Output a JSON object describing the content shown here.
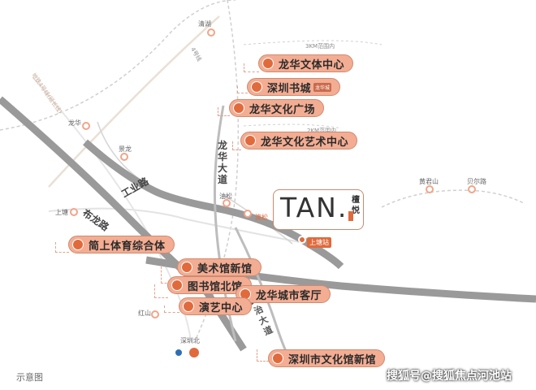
{
  "project": {
    "logo_text": "TAN.",
    "name_cn": "檀悦"
  },
  "roads": {
    "gongye": "工业路",
    "bulong": "布龙路",
    "longhua_dadao": "龙华大道",
    "minzhi_dadao": "民治大道",
    "metro4": "4号线",
    "metro4_alt": "地铁4号线(延长线)"
  },
  "stations": {
    "qinghu": "清湖",
    "longhua": "龙华",
    "jinglong": "景龙",
    "shangtang": "上塘",
    "youfu": "油松",
    "hongshan": "红山",
    "shenzhenbei": "深圳北",
    "huangjunshan": "黄君山",
    "beierlu": "贝尔路",
    "qingxi": "澳松",
    "shangtang_pill": "上塘站"
  },
  "landmarks": [
    {
      "label": "龙华文体中心",
      "tag": ""
    },
    {
      "label": "深圳书城",
      "tag": "龙华城"
    },
    {
      "label": "龙华文化广场",
      "tag": ""
    },
    {
      "label": "龙华文化艺术中心",
      "tag": ""
    },
    {
      "label": "简上体育综合体",
      "tag": ""
    },
    {
      "label": "美术馆新馆",
      "tag": ""
    },
    {
      "label": "图书馆北馆",
      "tag": ""
    },
    {
      "label": "龙华城市客厅",
      "tag": ""
    },
    {
      "label": "演艺中心",
      "tag": ""
    },
    {
      "label": "深圳市文化馆新馆",
      "tag": ""
    }
  ],
  "distance_notes": [
    "3KM范围内",
    "2KM范围内"
  ],
  "caption": "示意图",
  "watermark": "搜狐号@搜狐焦点河池站",
  "colors": {
    "road": "#9a9a9a",
    "accent": "#e06a3c",
    "pill": "#f3ad93",
    "metro": "#c8c8c8"
  }
}
